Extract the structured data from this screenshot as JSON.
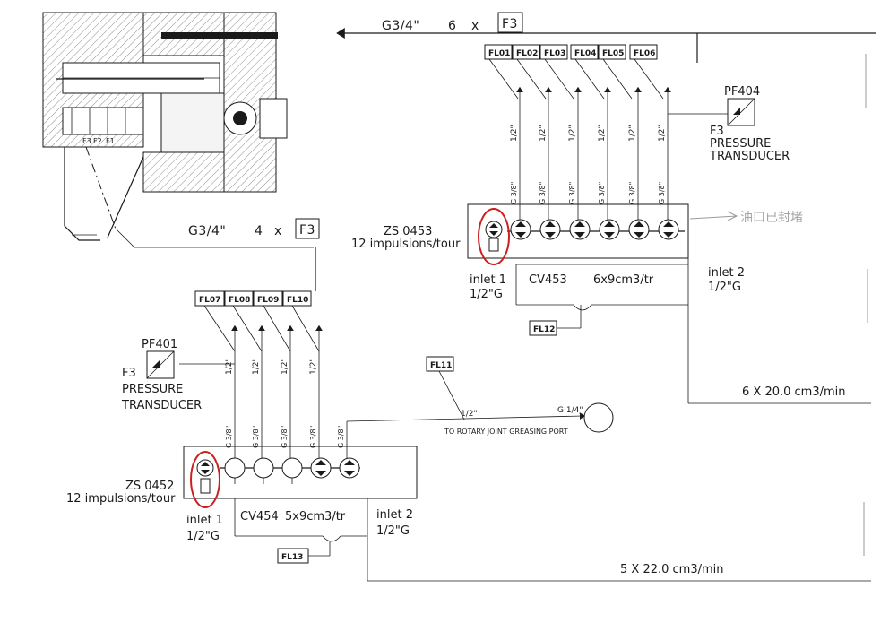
{
  "colors": {
    "ink": "#1a1a1a",
    "highlight": "#cc1f1f",
    "pencil": "#9a9a9a"
  },
  "top_group": {
    "header": {
      "thread": "G3/4\"",
      "count": "6",
      "times": "x",
      "port": "F3"
    },
    "flow_tags": [
      "FL01",
      "FL02",
      "FL03",
      "FL04",
      "FL05",
      "FL06"
    ],
    "outlet_sizes_upper": [
      "1/2\"",
      "1/2\"",
      "1/2\"",
      "1/2\"",
      "1/2\"",
      "1/2\""
    ],
    "outlet_sizes_lower": [
      "G 3/8\"",
      "G 3/8\"",
      "G 3/8\"",
      "G 3/8\"",
      "G 3/8\"",
      "G 3/8\""
    ],
    "sensor": {
      "id": "ZS 0453",
      "rate": "12 impulsions/tour"
    },
    "inlet1": {
      "name": "inlet 1",
      "size": "1/2\"G"
    },
    "inlet2": {
      "name": "inlet 2",
      "size": "1/2\"G"
    },
    "valve": "CV453",
    "dosage": "6x9cm3/tr",
    "bottom_tag": "FL12",
    "transducer": {
      "id": "PF404",
      "port": "F3",
      "line1": "PRESSURE",
      "line2": "TRANSDUCER"
    },
    "flow_rate": "6  X 20.0 cm3/min",
    "handwritten_note": "油口已封堵"
  },
  "bottom_group": {
    "header": {
      "thread": "G3/4\"",
      "count": "4",
      "times": "x",
      "port": "F3"
    },
    "flow_tags": [
      "FL07",
      "FL08",
      "FL09",
      "FL10"
    ],
    "outlet_sizes_upper": [
      "1/2\"",
      "1/2\"",
      "1/2\"",
      "1/2\""
    ],
    "outlet_sizes_lower": [
      "G 3/8\"",
      "G 3/8\"",
      "G 3/8\"",
      "G 3/8\"",
      "G 3/8\""
    ],
    "sensor": {
      "id": "ZS 0452",
      "rate": "12 impulsions/tour"
    },
    "inlet1": {
      "name": "inlet 1",
      "size": "1/2\"G"
    },
    "inlet2": {
      "name": "inlet 2",
      "size": "1/2\"G"
    },
    "valve": "CV454",
    "dosage": "5x9cm3/tr",
    "bottom_tag": "FL13",
    "transducer": {
      "id": "PF401",
      "port": "F3",
      "line1": "PRESSURE",
      "line2": "TRANSDUCER"
    },
    "flow_rate": "5  X 22.0 cm3/min",
    "greasing": {
      "tag": "FL11",
      "pipe": "1/2\"",
      "thread": "G 1/4\"",
      "label": "TO ROTARY JOINT GREASING PORT"
    }
  },
  "section_view": {
    "port_labels": [
      "F3",
      "F2",
      "F1"
    ]
  }
}
